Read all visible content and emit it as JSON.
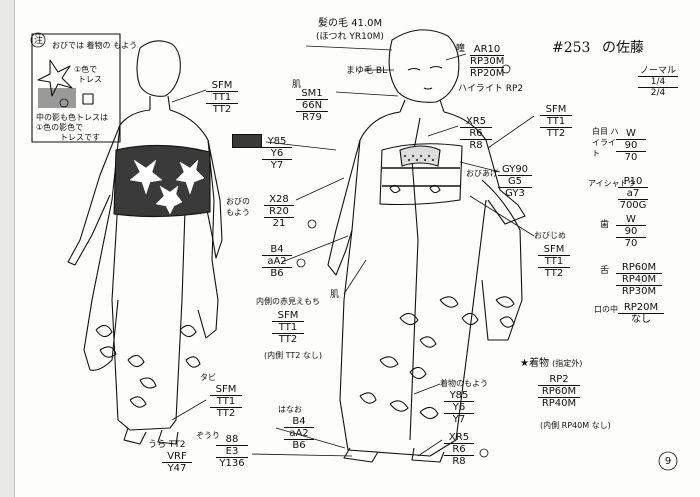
{
  "title": {
    "scene": "#253",
    "name": "の佐藤"
  },
  "corner": {
    "l1": "ノーマル",
    "l2": "1/4",
    "l3": "2/4"
  },
  "page_number": "9",
  "note": {
    "mark": "注",
    "head": "おびでは 着物の もよう",
    "sub1": "①色で",
    "sub2": "トレス",
    "sub3": "中の影も色トレスは",
    "sub4": "①色の影色で",
    "sub5": "トレスです"
  },
  "hair": {
    "label": "髪の毛",
    "code": "41.0M",
    "alt": "(ほつれ YR10M)"
  },
  "eyebrow": {
    "label": "まゆ毛",
    "code": "BL"
  },
  "eye": {
    "label": "瞳",
    "lines": [
      "AR10",
      "RP30M",
      "RP20M"
    ],
    "hi_label": "ハイライト",
    "hi": "RP2"
  },
  "skin": {
    "label": "肌",
    "lines": [
      "SM1",
      "66N",
      "R79"
    ]
  },
  "skin2": {
    "label": "肌"
  },
  "back_collar": {
    "lines": [
      "SFM",
      "TT1",
      "TT2"
    ]
  },
  "swatch": {
    "lines": [
      "Y85",
      "Y6",
      "Y7"
    ]
  },
  "obi_pattern": {
    "label": "おびの もよう",
    "lines": [
      "X28",
      "R20",
      "21"
    ]
  },
  "b4": {
    "lines": [
      "B4",
      "aA2",
      "B6"
    ]
  },
  "inner_collar": {
    "label": "内側の赤見えもち",
    "lines": [
      "SFM",
      "TT1",
      "TT2"
    ],
    "sub": "(内側 TT2 なし)"
  },
  "front_collar": {
    "lines": [
      "XR5",
      "R6",
      "R8"
    ]
  },
  "front_sfm": {
    "lines": [
      "SFM",
      "TT1",
      "TT2"
    ]
  },
  "obiage": {
    "label": "おびあげ",
    "lines": [
      "GY90",
      "G5",
      "GY3"
    ]
  },
  "obijime": {
    "label": "おびじめ",
    "lines": [
      "SFM",
      "TT1",
      "TT2"
    ]
  },
  "tabi": {
    "label": "タビ",
    "lines": [
      "SFM",
      "TT1",
      "TT2"
    ]
  },
  "sole": {
    "label": "うら TT2",
    "lines": [
      "VRF",
      "Y47"
    ]
  },
  "zori": {
    "label": "ぞうり",
    "lines": [
      "88",
      "E3",
      "Y136"
    ]
  },
  "hanao": {
    "label": "はなお",
    "lines": [
      "B4",
      "aA2",
      "B6"
    ]
  },
  "kimono_pattern": {
    "label": "着物のもよう",
    "lines": [
      "Y85",
      "Y6",
      "Y7"
    ]
  },
  "xr5b": {
    "lines": [
      "XR5",
      "R6",
      "R8"
    ]
  },
  "kimono": {
    "label": "★着物",
    "note": "(指定外)",
    "lines": [
      "RP2",
      "RP60M",
      "RP40M"
    ],
    "sub": "(内側 RP40M なし)"
  },
  "table": {
    "rows": [
      {
        "label": "白目 ハイライト",
        "values": [
          "W",
          "90",
          "70"
        ]
      },
      {
        "label": "アイシャドウ",
        "values": [
          "P10",
          "a7",
          "700G"
        ]
      },
      {
        "label": "歯",
        "values": [
          "W",
          "90",
          "70"
        ]
      },
      {
        "label": "舌",
        "values": [
          "RP60M",
          "RP40M",
          "RP30M"
        ]
      },
      {
        "label": "口の中",
        "values": [
          "RP20M",
          "なし"
        ]
      }
    ]
  },
  "colors": {
    "ink": "#111111",
    "paper": "#fdfdfb",
    "obi_fill": "#3a3a3a",
    "note_gray": "#9a9a9a"
  }
}
